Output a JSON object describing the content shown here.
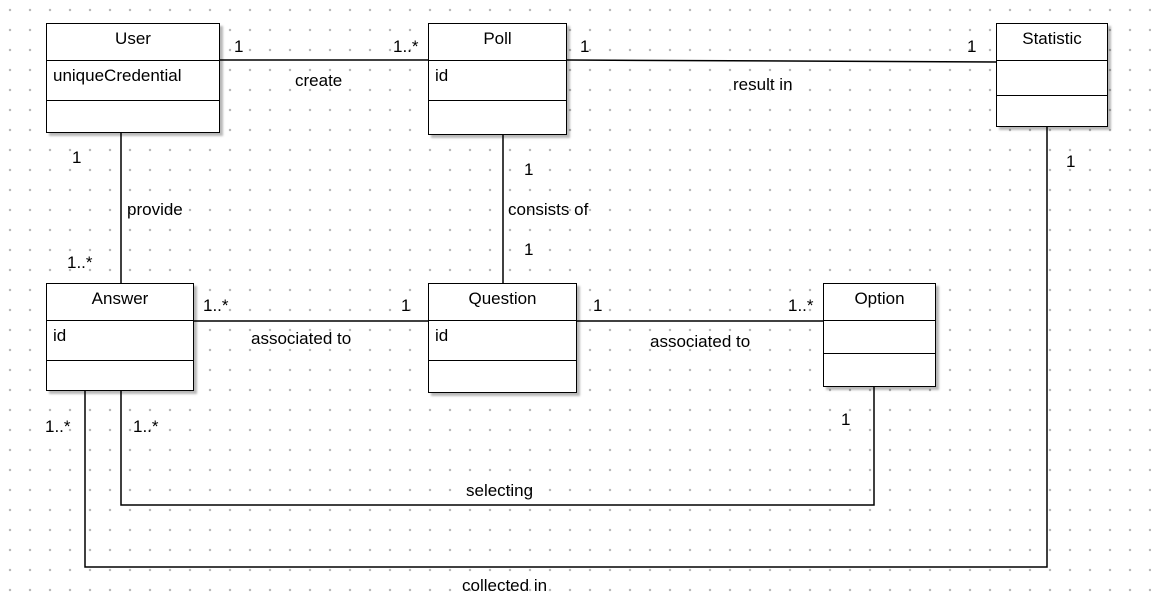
{
  "classes": {
    "user": {
      "name": "User",
      "attrs": [
        "uniqueCredential"
      ]
    },
    "poll": {
      "name": "Poll",
      "attrs": [
        "id"
      ]
    },
    "statistic": {
      "name": "Statistic",
      "attrs": []
    },
    "answer": {
      "name": "Answer",
      "attrs": [
        "id"
      ]
    },
    "question": {
      "name": "Question",
      "attrs": [
        "id"
      ]
    },
    "option": {
      "name": "Option",
      "attrs": []
    }
  },
  "associations": {
    "user_poll": {
      "label": "create",
      "m1": "1",
      "m2": "1..*"
    },
    "poll_statistic": {
      "label": "result in",
      "m1": "1",
      "m2": "1"
    },
    "user_answer": {
      "label": "provide",
      "m1": "1",
      "m2": "1..*"
    },
    "poll_question": {
      "label": "consists of",
      "m1": "1",
      "m2": "1"
    },
    "answer_question": {
      "label": "associated to",
      "m1": "1..*",
      "m2": "1"
    },
    "question_option": {
      "label": "associated to",
      "m1": "1",
      "m2": "1..*"
    },
    "answer_option": {
      "label": "selecting",
      "m1": "1..*",
      "m2": "1"
    },
    "answer_statistic": {
      "label": "collected in",
      "m1": "1..*",
      "m2": "1"
    }
  }
}
